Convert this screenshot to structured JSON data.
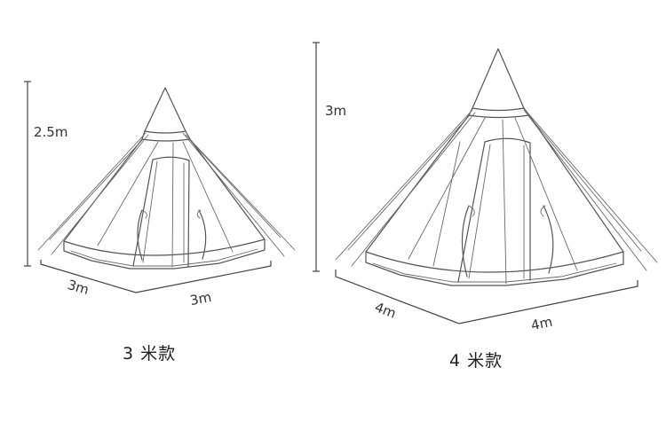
{
  "left_tent": {
    "height_label": "2.5m",
    "depth_label": "3m",
    "width_label": "3m",
    "caption": "3 米款"
  },
  "right_tent": {
    "height_label": "3m",
    "depth_label": "4m",
    "width_label": "4m",
    "caption": "4 米款"
  },
  "colors": {
    "line": "#555555",
    "text": "#333333",
    "background": "#ffffff"
  }
}
